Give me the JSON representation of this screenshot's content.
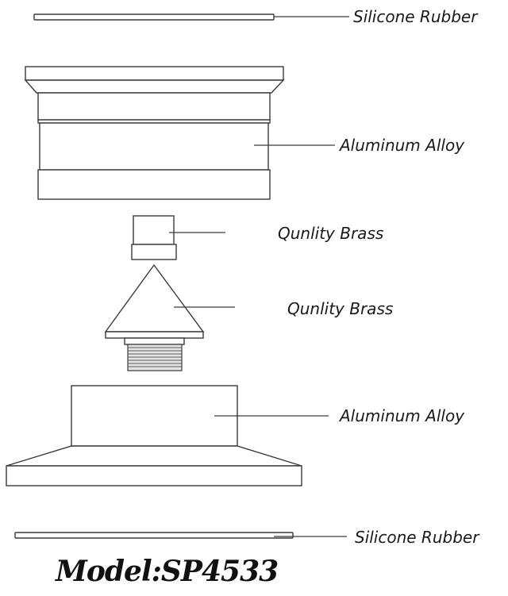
{
  "labels": {
    "silicone_top": "Silicone Rubber",
    "alloy_top": "Aluminum Alloy",
    "brass_cap": "Qunlity Brass",
    "brass_cone": "Qunlity Brass",
    "alloy_bottom": "Aluminum Alloy",
    "silicone_bottom": "Silicone Rubber"
  },
  "model": "Model:SP4533",
  "colors": {
    "line": "#3a3a3a",
    "text": "#1a1a1a",
    "background": "#ffffff"
  }
}
